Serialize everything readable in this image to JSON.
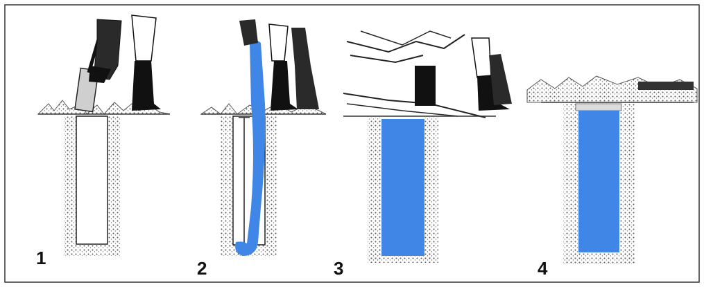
{
  "diagram": {
    "steps": [
      {
        "number": "1",
        "action": "dig-pit",
        "water": false
      },
      {
        "number": "2",
        "action": "fill-with-water",
        "water": true
      },
      {
        "number": "3",
        "action": "cover-with-branches",
        "water": true
      },
      {
        "number": "4",
        "action": "seal-top",
        "water": true
      }
    ],
    "colors": {
      "water": "#3f86e6",
      "soil": "#4a4a4a",
      "ink": "#111111",
      "frame": "#333333"
    }
  }
}
